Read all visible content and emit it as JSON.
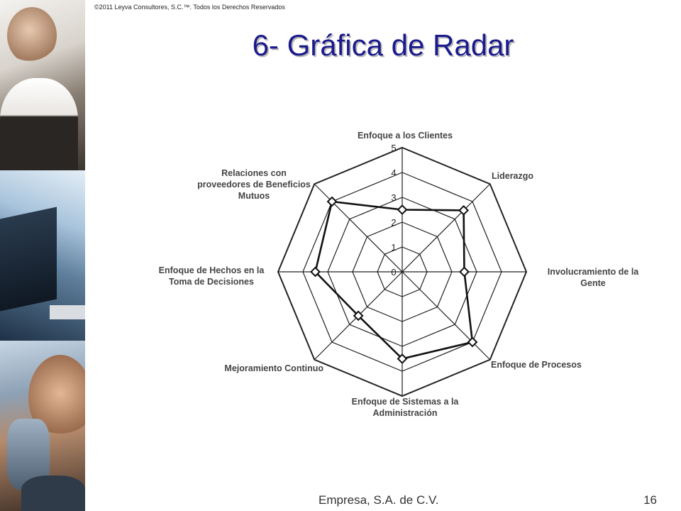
{
  "header": {
    "copyright": "©2011 Leyva Consultores, S.C.™. Todos los Derechos Reservados"
  },
  "slide": {
    "title": "6- Gráfica de Radar"
  },
  "footer": {
    "company": "Empresa, S.A. de C.V.",
    "page_number": "16"
  },
  "colors": {
    "title": "#1a1a8c",
    "grid": "#222222",
    "series": "#111111"
  },
  "chart_data": {
    "type": "radar",
    "title": "",
    "range": [
      0,
      5
    ],
    "ticks": [
      0,
      1,
      2,
      3,
      4,
      5
    ],
    "grid": true,
    "axes": [
      {
        "label": [
          "Enfoque a los Clientes"
        ],
        "value": 2.5
      },
      {
        "label": [
          "Liderazgo"
        ],
        "value": 3.5
      },
      {
        "label": [
          "Involucramiento de la",
          "Gente"
        ],
        "value": 2.5
      },
      {
        "label": [
          "Enfoque de Procesos"
        ],
        "value": 4.0
      },
      {
        "label": [
          "Enfoque de Sistemas a la",
          "Administración"
        ],
        "value": 3.5
      },
      {
        "label": [
          "Mejoramiento Continuo"
        ],
        "value": 2.5
      },
      {
        "label": [
          "Enfoque de Hechos en la",
          "Toma de Decisiones"
        ],
        "value": 3.5
      },
      {
        "label": [
          "Relaciones con",
          "proveedores de Beneficios",
          "Mutuos"
        ],
        "value": 4.0
      }
    ]
  }
}
